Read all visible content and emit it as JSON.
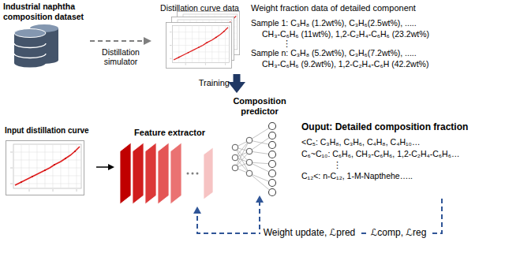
{
  "diagram": {
    "nodes": [
      {
        "text": [
          "Industrial naphtha composition dataset"
        ]
      },
      {
        "text": [
          "Distillation curve data"
        ]
      },
      {
        "text": [
          "Weight fraction data of detailed component",
          "Sample 1: C₃H₈ (1.2wt%), C₃H₆(2.5wt%), .....",
          "CH₃-C₆H₆ (11wt%), 1,2-C₂H₄-C₆H₆ (23.2wt%)",
          "⋮",
          "Sample n: C₃H₈ (5.2wt%), C₃H₆(7.2wt%), .....",
          "CH₃-C₆H₆ (9.2wt%), 1,2-C₂H₄-C₆H (42.2wt%)"
        ]
      },
      {
        "text": [
          "Input distillation curve"
        ]
      },
      {
        "text": [
          "Feature extractor"
        ]
      },
      {
        "text": [
          "Composition predictor"
        ]
      },
      {
        "text": [
          "Ouput: Detailed composition fraction",
          "<C₅: C₃H₈, C₃H₆, C₄H₈, C₄H₁₀…",
          "C₆~C₁₀: C₆H₆, CH₃-C₆H₆, 1,2-C₂H₄-C₆H₆…",
          "⋮",
          "C₁₂<: n-C₁₂, 1-M-Napthehe….."
        ]
      }
    ],
    "edges": [
      {
        "from": 0,
        "to": 1,
        "label": "Distillation simulator",
        "arrow": "to"
      },
      {
        "from": 1,
        "to": 5,
        "label": "Training",
        "arrow": "to"
      },
      {
        "from": 3,
        "to": 4,
        "arrow": "to"
      },
      {
        "from": 6,
        "to": 4,
        "label": "Weight update, ℒpred",
        "arrow": "to"
      },
      {
        "from": 6,
        "to": 5,
        "label": "ℒcomp, ℒreg",
        "arrow": "to"
      }
    ]
  }
}
